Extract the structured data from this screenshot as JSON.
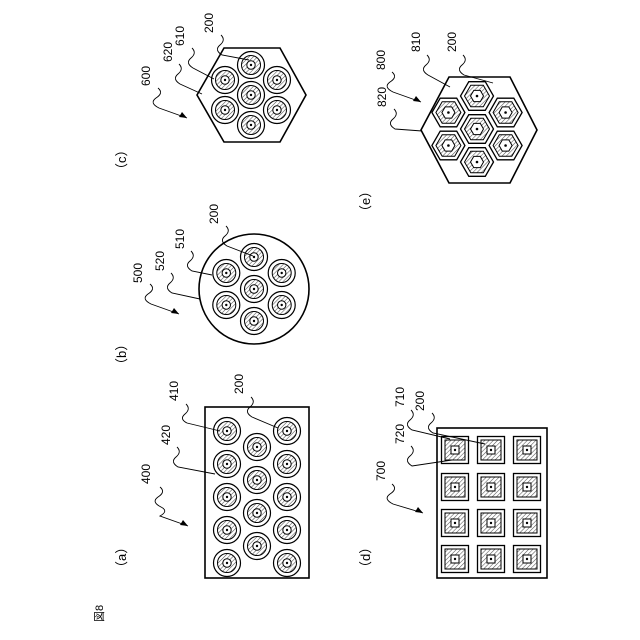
{
  "figure_label": "図8",
  "panels": {
    "a": {
      "panel_label": "（a）",
      "ref_overall": "400",
      "ref_outer": "420",
      "ref_inner": "410",
      "ref_element": "200"
    },
    "b": {
      "panel_label": "（b）",
      "ref_overall": "500",
      "ref_outer": "520",
      "ref_inner": "510",
      "ref_element": "200"
    },
    "c": {
      "panel_label": "（c）",
      "ref_overall": "600",
      "ref_outer": "620",
      "ref_inner": "610",
      "ref_element": "200"
    },
    "d": {
      "panel_label": "（d）",
      "ref_overall": "700",
      "ref_outer": "720",
      "ref_inner": "710",
      "ref_element": "200"
    },
    "e": {
      "panel_label": "（e）",
      "ref_overall": "800",
      "ref_outer": "820",
      "ref_inner": "810",
      "ref_element": "200"
    }
  }
}
